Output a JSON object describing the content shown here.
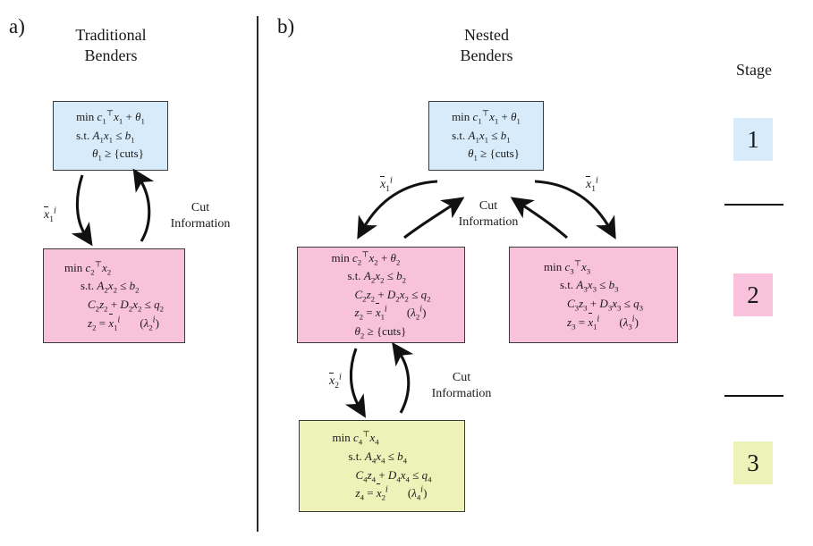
{
  "figure": {
    "panels": [
      {
        "letter": "a)",
        "title_line1": "Traditional",
        "title_line2": "Benders"
      },
      {
        "letter": "b)",
        "title_line1": "Nested",
        "title_line2": "Benders"
      }
    ],
    "stage_column": {
      "header": "Stage",
      "badges": [
        {
          "label": "1",
          "color": "#d7ebfa"
        },
        {
          "label": "2",
          "color": "#f9c2dc"
        },
        {
          "label": "3",
          "color": "#edf2b8"
        }
      ]
    },
    "colors": {
      "stage1_fill": "#d7ebfa",
      "stage2_fill": "#f9c2dc",
      "stage3_fill": "#edf2b8",
      "box_border": "#3a3a3a",
      "line": "#111111"
    },
    "boxes": {
      "a_master": {
        "fill": "#d7ebfa",
        "lines": [
          "min c₁ᵀ x₁ + θ₁",
          "s.t. A₁x₁ ≤ b₁",
          "θ₁ ≥ {cuts}"
        ]
      },
      "a_sub": {
        "fill": "#f9c2dc",
        "lines": [
          "min c₂ᵀ x₂",
          "s.t. A₂x₂ ≤ b₂",
          "C₂z₂ + D₂x₂ ≤ q₂",
          "z₂ = x̄₁ⁱ   (λ₂ⁱ)"
        ]
      },
      "b_master": {
        "fill": "#d7ebfa",
        "lines": [
          "min c₁ᵀ x₁ + θ₁",
          "s.t. A₁x₁ ≤ b₁",
          "θ₁ ≥ {cuts}"
        ]
      },
      "b_sub_left": {
        "fill": "#f9c2dc",
        "lines": [
          "min c₂ᵀ x₂ + θ₂",
          "s.t. A₂x₂ ≤ b₂",
          "C₂z₂ + D₂x₂ ≤ q₂",
          "z₂ = x̄₁ⁱ   (λ₂ⁱ)",
          "θ₂ ≥ {cuts}"
        ]
      },
      "b_sub_right": {
        "fill": "#f9c2dc",
        "lines": [
          "min c₃ᵀ x₃",
          "s.t. A₃x₃ ≤ b₃",
          "C₃z₃ + D₃x₃ ≤ q₃",
          "z₃ = x̄₁ⁱ   (λ₃ⁱ)"
        ]
      },
      "b_sub_bottom": {
        "fill": "#edf2b8",
        "lines": [
          "min c₄ᵀ x₄",
          "s.t. A₄x₄ ≤ b₄",
          "C₄z₄ + D₄x₄ ≤ q₄",
          "z₄ = x̄₂ⁱ   (λ₄ⁱ)"
        ]
      }
    },
    "arrow_labels": {
      "a_down": "x̄₁ⁱ",
      "a_up_line1": "Cut",
      "a_up_line2": "Information",
      "b_down_left": "x̄₁ⁱ",
      "b_down_right": "x̄₁ⁱ",
      "b_up_line1": "Cut",
      "b_up_line2": "Information",
      "b_down_bottom": "x̄₂ⁱ",
      "b_up_bottom_line1": "Cut",
      "b_up_bottom_line2": "Information"
    }
  }
}
